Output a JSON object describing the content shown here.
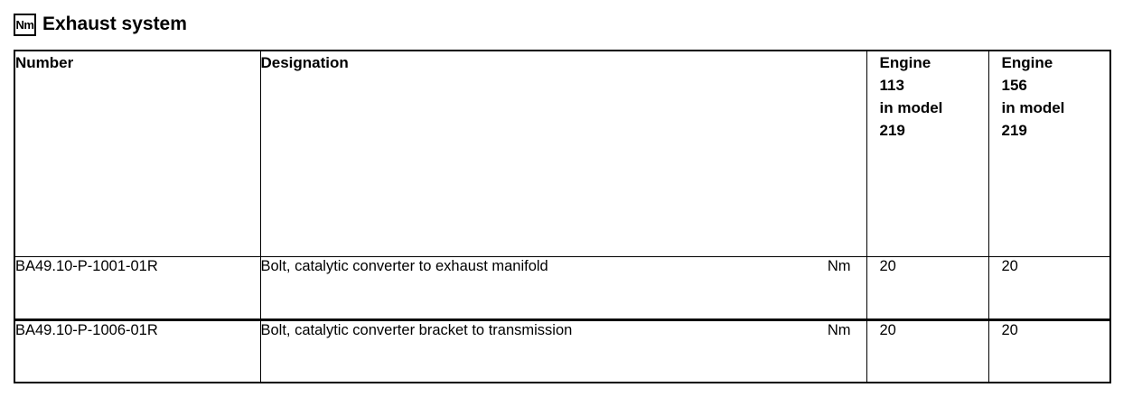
{
  "title": {
    "icon_label": "Nm",
    "icon_name": "nm-unit-icon",
    "text": "Exhaust system"
  },
  "table": {
    "columns": [
      {
        "key": "number",
        "label": "Number"
      },
      {
        "key": "designation",
        "label": "Designation"
      },
      {
        "key": "engine113",
        "label": "Engine\n113\nin model\n219"
      },
      {
        "key": "engine156",
        "label": "Engine\n156\nin model\n219"
      }
    ],
    "rows": [
      {
        "number": "BA49.10-P-1001-01R",
        "designation": "Bolt, catalytic converter to exhaust manifold",
        "unit": "Nm",
        "engine113": "20",
        "engine156": "20"
      },
      {
        "number": "BA49.10-P-1006-01R",
        "designation": "Bolt, catalytic converter bracket to transmission",
        "unit": "Nm",
        "engine113": "20",
        "engine156": "20"
      }
    ]
  },
  "colors": {
    "border": "#000000",
    "text": "#000000",
    "background": "#ffffff"
  }
}
